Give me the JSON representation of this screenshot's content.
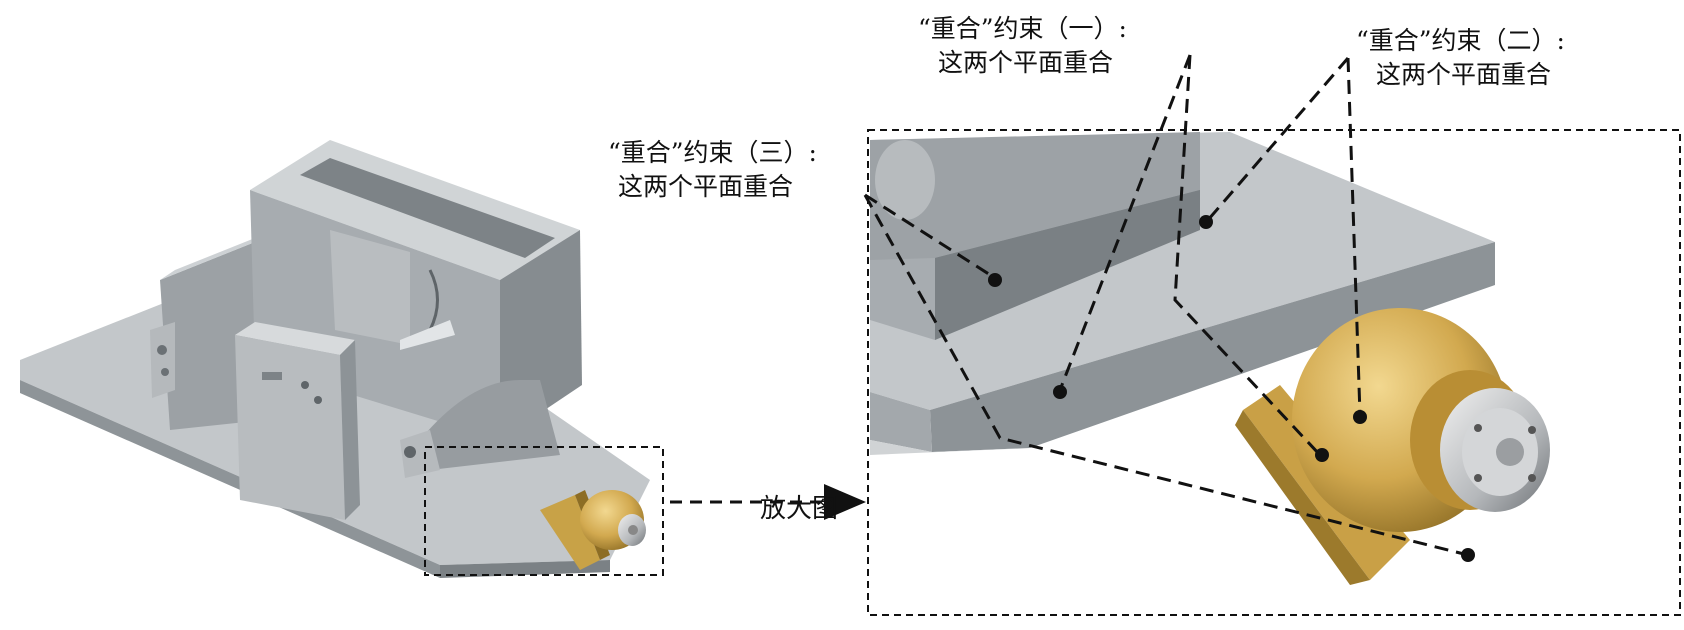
{
  "annotations": {
    "constraint_1": {
      "title": "“重合”约束（一）:",
      "desc": "这两个平面重合"
    },
    "constraint_2": {
      "title": "“重合”约束（二）:",
      "desc": "这两个平面重合"
    },
    "constraint_3": {
      "title": "“重合”约束（三）:",
      "desc": "这两个平面重合"
    }
  },
  "zoom_label": "放大图",
  "colors": {
    "gray_light": "#c5c9cc",
    "gray_mid": "#a9aeb2",
    "gray_dark": "#7f8589",
    "gold_light": "#e6c46e",
    "gold_mid": "#c9a046",
    "gold_dark": "#8a6a22",
    "line": "#111111"
  }
}
